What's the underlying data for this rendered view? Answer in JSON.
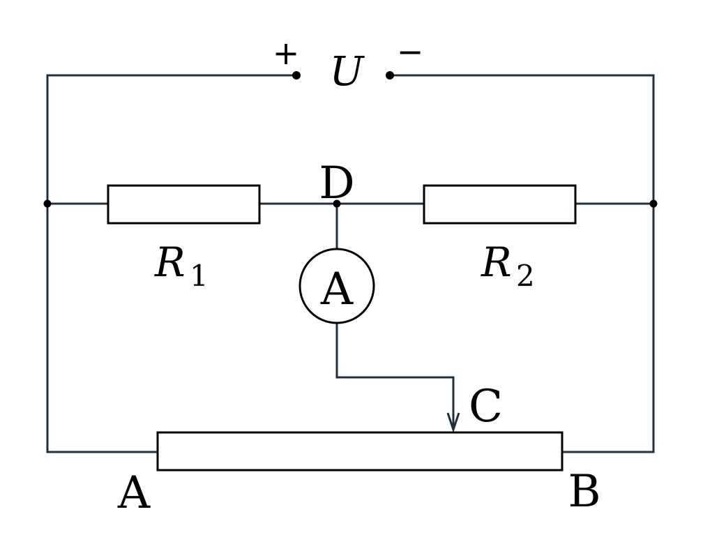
{
  "diagram": {
    "source": {
      "plus": "+",
      "label": "U",
      "minus": "−"
    },
    "resistor_1": {
      "symbol": "R",
      "subscript": "1"
    },
    "resistor_2": {
      "symbol": "R",
      "subscript": "2"
    },
    "node_d": "D",
    "ammeter": "A",
    "slider_c": "C",
    "end_a": "A",
    "end_b": "B",
    "colors": {
      "wire": "#1f2f3f",
      "component": "#000000"
    }
  }
}
